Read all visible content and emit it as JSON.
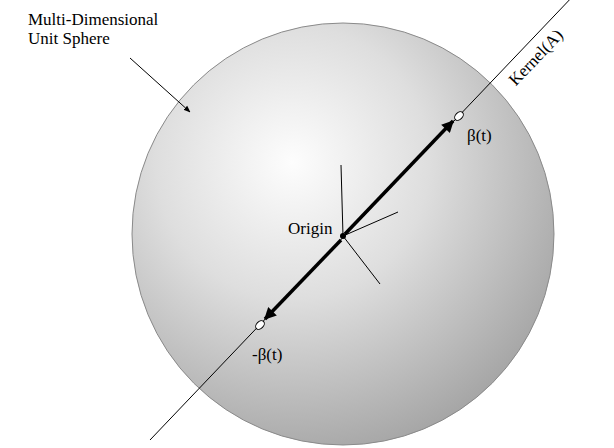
{
  "diagram": {
    "labels": [
      "Multi-Dimensional Unit Sphere",
      "Kernel(A)",
      "β(t)",
      "Origin",
      "-β(t)"
    ]
  }
}
